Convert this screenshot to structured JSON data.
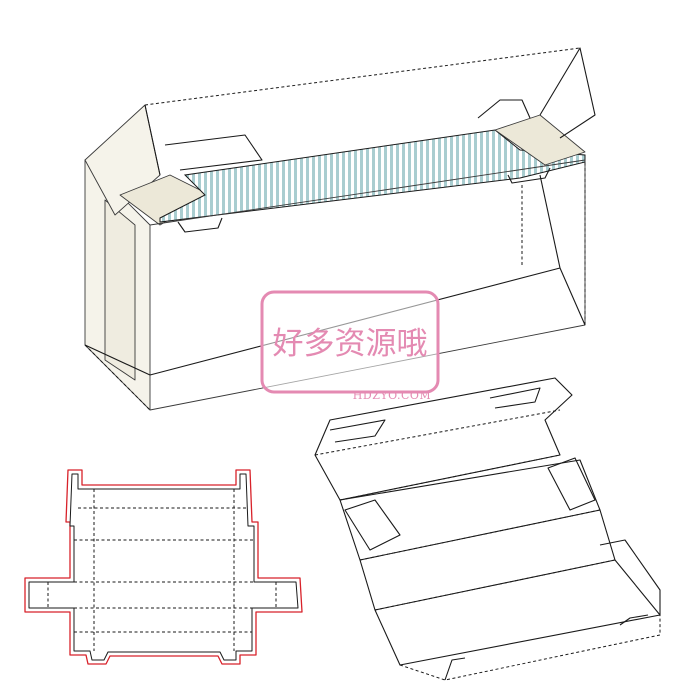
{
  "diagram": {
    "views": [
      "assembled-box",
      "dieline",
      "open-box"
    ],
    "colors": {
      "panel_fill": "#f5f3ea",
      "tuck_fill": "#ece8d8",
      "stripe_teal": "#a9cdd0",
      "stripe_light": "#ffffff",
      "cut_line": "#d8222a",
      "watermark": "#e48ab2"
    }
  },
  "watermark": {
    "text": "好多资源哦",
    "url": "HDZYO.COM"
  }
}
